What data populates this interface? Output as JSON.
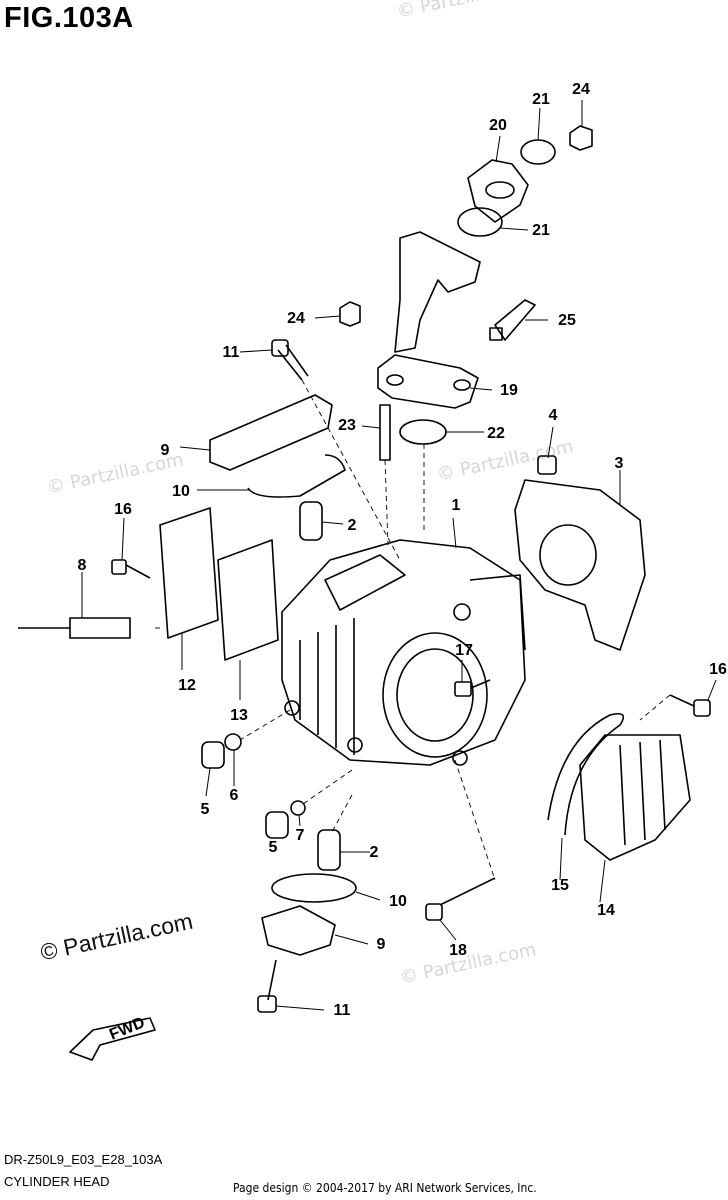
{
  "figure_title": "FIG.103A",
  "watermark_main": "© Partzilla.com",
  "watermark_faint": "© Partzilla.com",
  "diagram_code": "DR-Z50L9_E03_E28_103A",
  "section_title": "CYLINDER HEAD",
  "footer": "Page design © 2004-2017 by ARI Network Services, Inc.",
  "callouts": [
    "1",
    "2",
    "2",
    "3",
    "4",
    "5",
    "5",
    "6",
    "7",
    "8",
    "9",
    "9",
    "10",
    "10",
    "11",
    "11",
    "12",
    "13",
    "14",
    "15",
    "16",
    "16",
    "17",
    "18",
    "19",
    "20",
    "21",
    "21",
    "22",
    "23",
    "24",
    "24",
    "25"
  ],
  "fwd_label": "FWD"
}
